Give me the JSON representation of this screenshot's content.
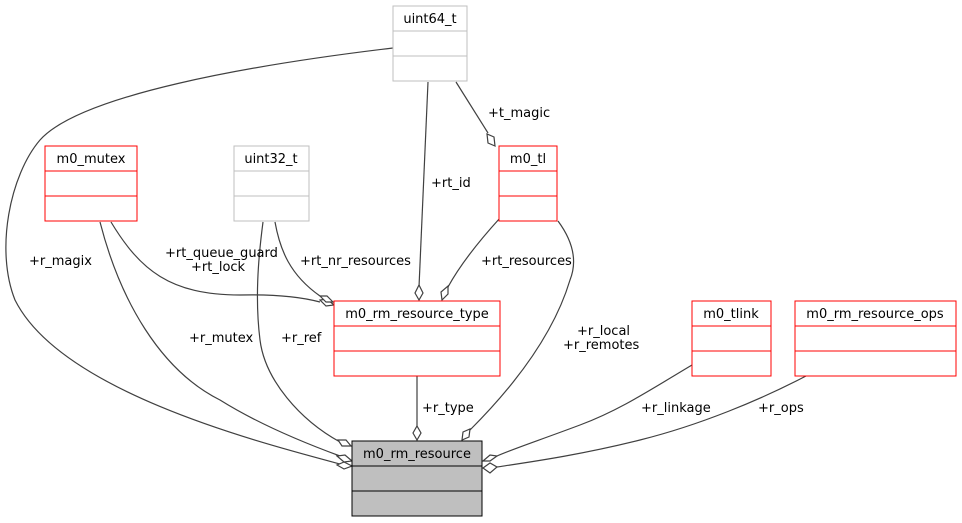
{
  "diagram": {
    "type": "collaboration-graph",
    "colors": {
      "external_border": "#bfbfbf",
      "struct_border": "#ff0000",
      "focus_fill": "#bfbfbf",
      "focus_border": "#000000",
      "edge": "#404040"
    },
    "nodes": {
      "uint64_t": {
        "label": "uint64_t",
        "kind": "external"
      },
      "m0_mutex": {
        "label": "m0_mutex",
        "kind": "struct"
      },
      "uint32_t": {
        "label": "uint32_t",
        "kind": "external"
      },
      "m0_tl": {
        "label": "m0_tl",
        "kind": "struct"
      },
      "m0_rm_resource_type": {
        "label": "m0_rm_resource_type",
        "kind": "struct"
      },
      "m0_tlink": {
        "label": "m0_tlink",
        "kind": "struct"
      },
      "m0_rm_resource_ops": {
        "label": "m0_rm_resource_ops",
        "kind": "struct"
      },
      "m0_rm_resource": {
        "label": "m0_rm_resource",
        "kind": "focus"
      }
    },
    "edges": {
      "t_magic": {
        "from": "uint64_t",
        "to": "m0_tl",
        "label": "+t_magic"
      },
      "rt_id": {
        "from": "uint64_t",
        "to": "m0_rm_resource_type",
        "label": "+rt_id"
      },
      "r_magix": {
        "from": "uint64_t",
        "to": "m0_rm_resource",
        "label": "+r_magix"
      },
      "rt_queue_guard": {
        "from": "m0_mutex",
        "to": "m0_rm_resource_type",
        "label_line1": "+rt_queue_guard",
        "label_line2": "+rt_lock"
      },
      "r_mutex": {
        "from": "m0_mutex",
        "to": "m0_rm_resource",
        "label": "+r_mutex"
      },
      "rt_nr_resources": {
        "from": "uint32_t",
        "to": "m0_rm_resource_type",
        "label": "+rt_nr_resources"
      },
      "r_ref": {
        "from": "uint32_t",
        "to": "m0_rm_resource",
        "label": "+r_ref"
      },
      "rt_resources": {
        "from": "m0_tl",
        "to": "m0_rm_resource_type",
        "label": "+rt_resources"
      },
      "r_local": {
        "from": "m0_tl",
        "to": "m0_rm_resource",
        "label_line1": "+r_local",
        "label_line2": "+r_remotes"
      },
      "r_type": {
        "from": "m0_rm_resource_type",
        "to": "m0_rm_resource",
        "label": "+r_type"
      },
      "r_linkage": {
        "from": "m0_tlink",
        "to": "m0_rm_resource",
        "label": "+r_linkage"
      },
      "r_ops": {
        "from": "m0_rm_resource_ops",
        "to": "m0_rm_resource",
        "label": "+r_ops"
      }
    }
  }
}
